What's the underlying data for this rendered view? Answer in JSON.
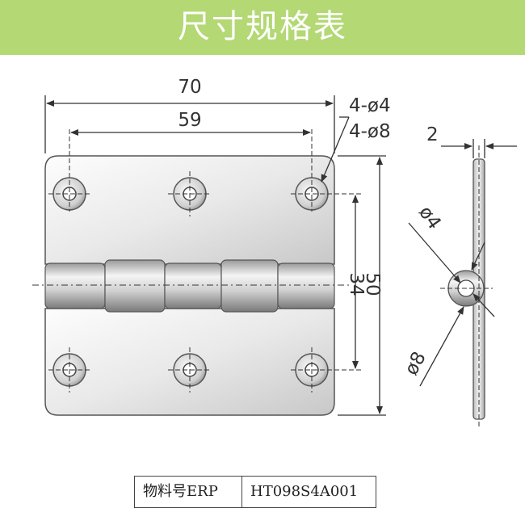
{
  "header": {
    "title": "尺寸规格表"
  },
  "dimensions": {
    "overall_width": "70",
    "hole_spacing_width": "59",
    "hole_spec_small": "4-ø4",
    "hole_spec_large": "4-ø8",
    "thickness": "2",
    "hole_spacing_height": "34",
    "overall_height": "50",
    "side_hole_small": "ø4",
    "side_hole_large": "ø8"
  },
  "erp": {
    "label": "物料号ERP",
    "value": "HT098S4A001"
  },
  "colors": {
    "banner": "#b3d874",
    "line": "#333333"
  }
}
